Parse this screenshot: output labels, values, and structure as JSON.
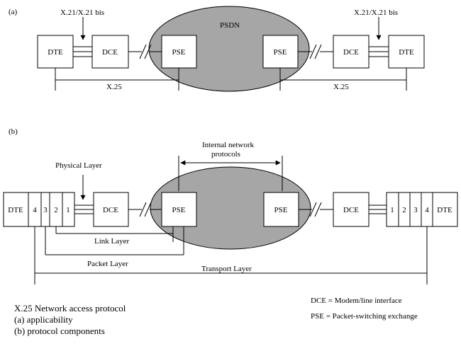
{
  "part_a": {
    "label": "(a)",
    "cloud_label": "PSDN",
    "interface_left": "X.21/X.21 bis",
    "interface_right": "X.21/X.21 bis",
    "dte_left": "DTE",
    "dce_left": "DCE",
    "pse_left": "PSE",
    "pse_right": "PSE",
    "dce_right": "DCE",
    "dte_right": "DTE",
    "x25_left": "X.25",
    "x25_right": "X.25"
  },
  "part_b": {
    "label": "(b)",
    "internal_line1": "Internal network",
    "internal_line2": "protocols",
    "physical_layer": "Physical Layer",
    "dte_left": "DTE",
    "layers_left": [
      "4",
      "3",
      "2",
      "1"
    ],
    "dce_left": "DCE",
    "pse_left": "PSE",
    "pse_right": "PSE",
    "dce_right": "DCE",
    "layers_right": [
      "1",
      "2",
      "3",
      "4"
    ],
    "dte_right": "DTE",
    "link_layer": "Link Layer",
    "packet_layer": "Packet Layer",
    "transport_layer": "Transport Layer"
  },
  "caption": {
    "line1": "X.25  Network access protocol",
    "line2": "(a) applicability",
    "line3": "(b) protocol components"
  },
  "legend": {
    "dce": "DCE  =  Modem/line interface",
    "pse": "PSE  =  Packet-switching exchange"
  },
  "colors": {
    "cloud": "#a6a6a6",
    "line": "#000000",
    "box": "#ffffff"
  }
}
